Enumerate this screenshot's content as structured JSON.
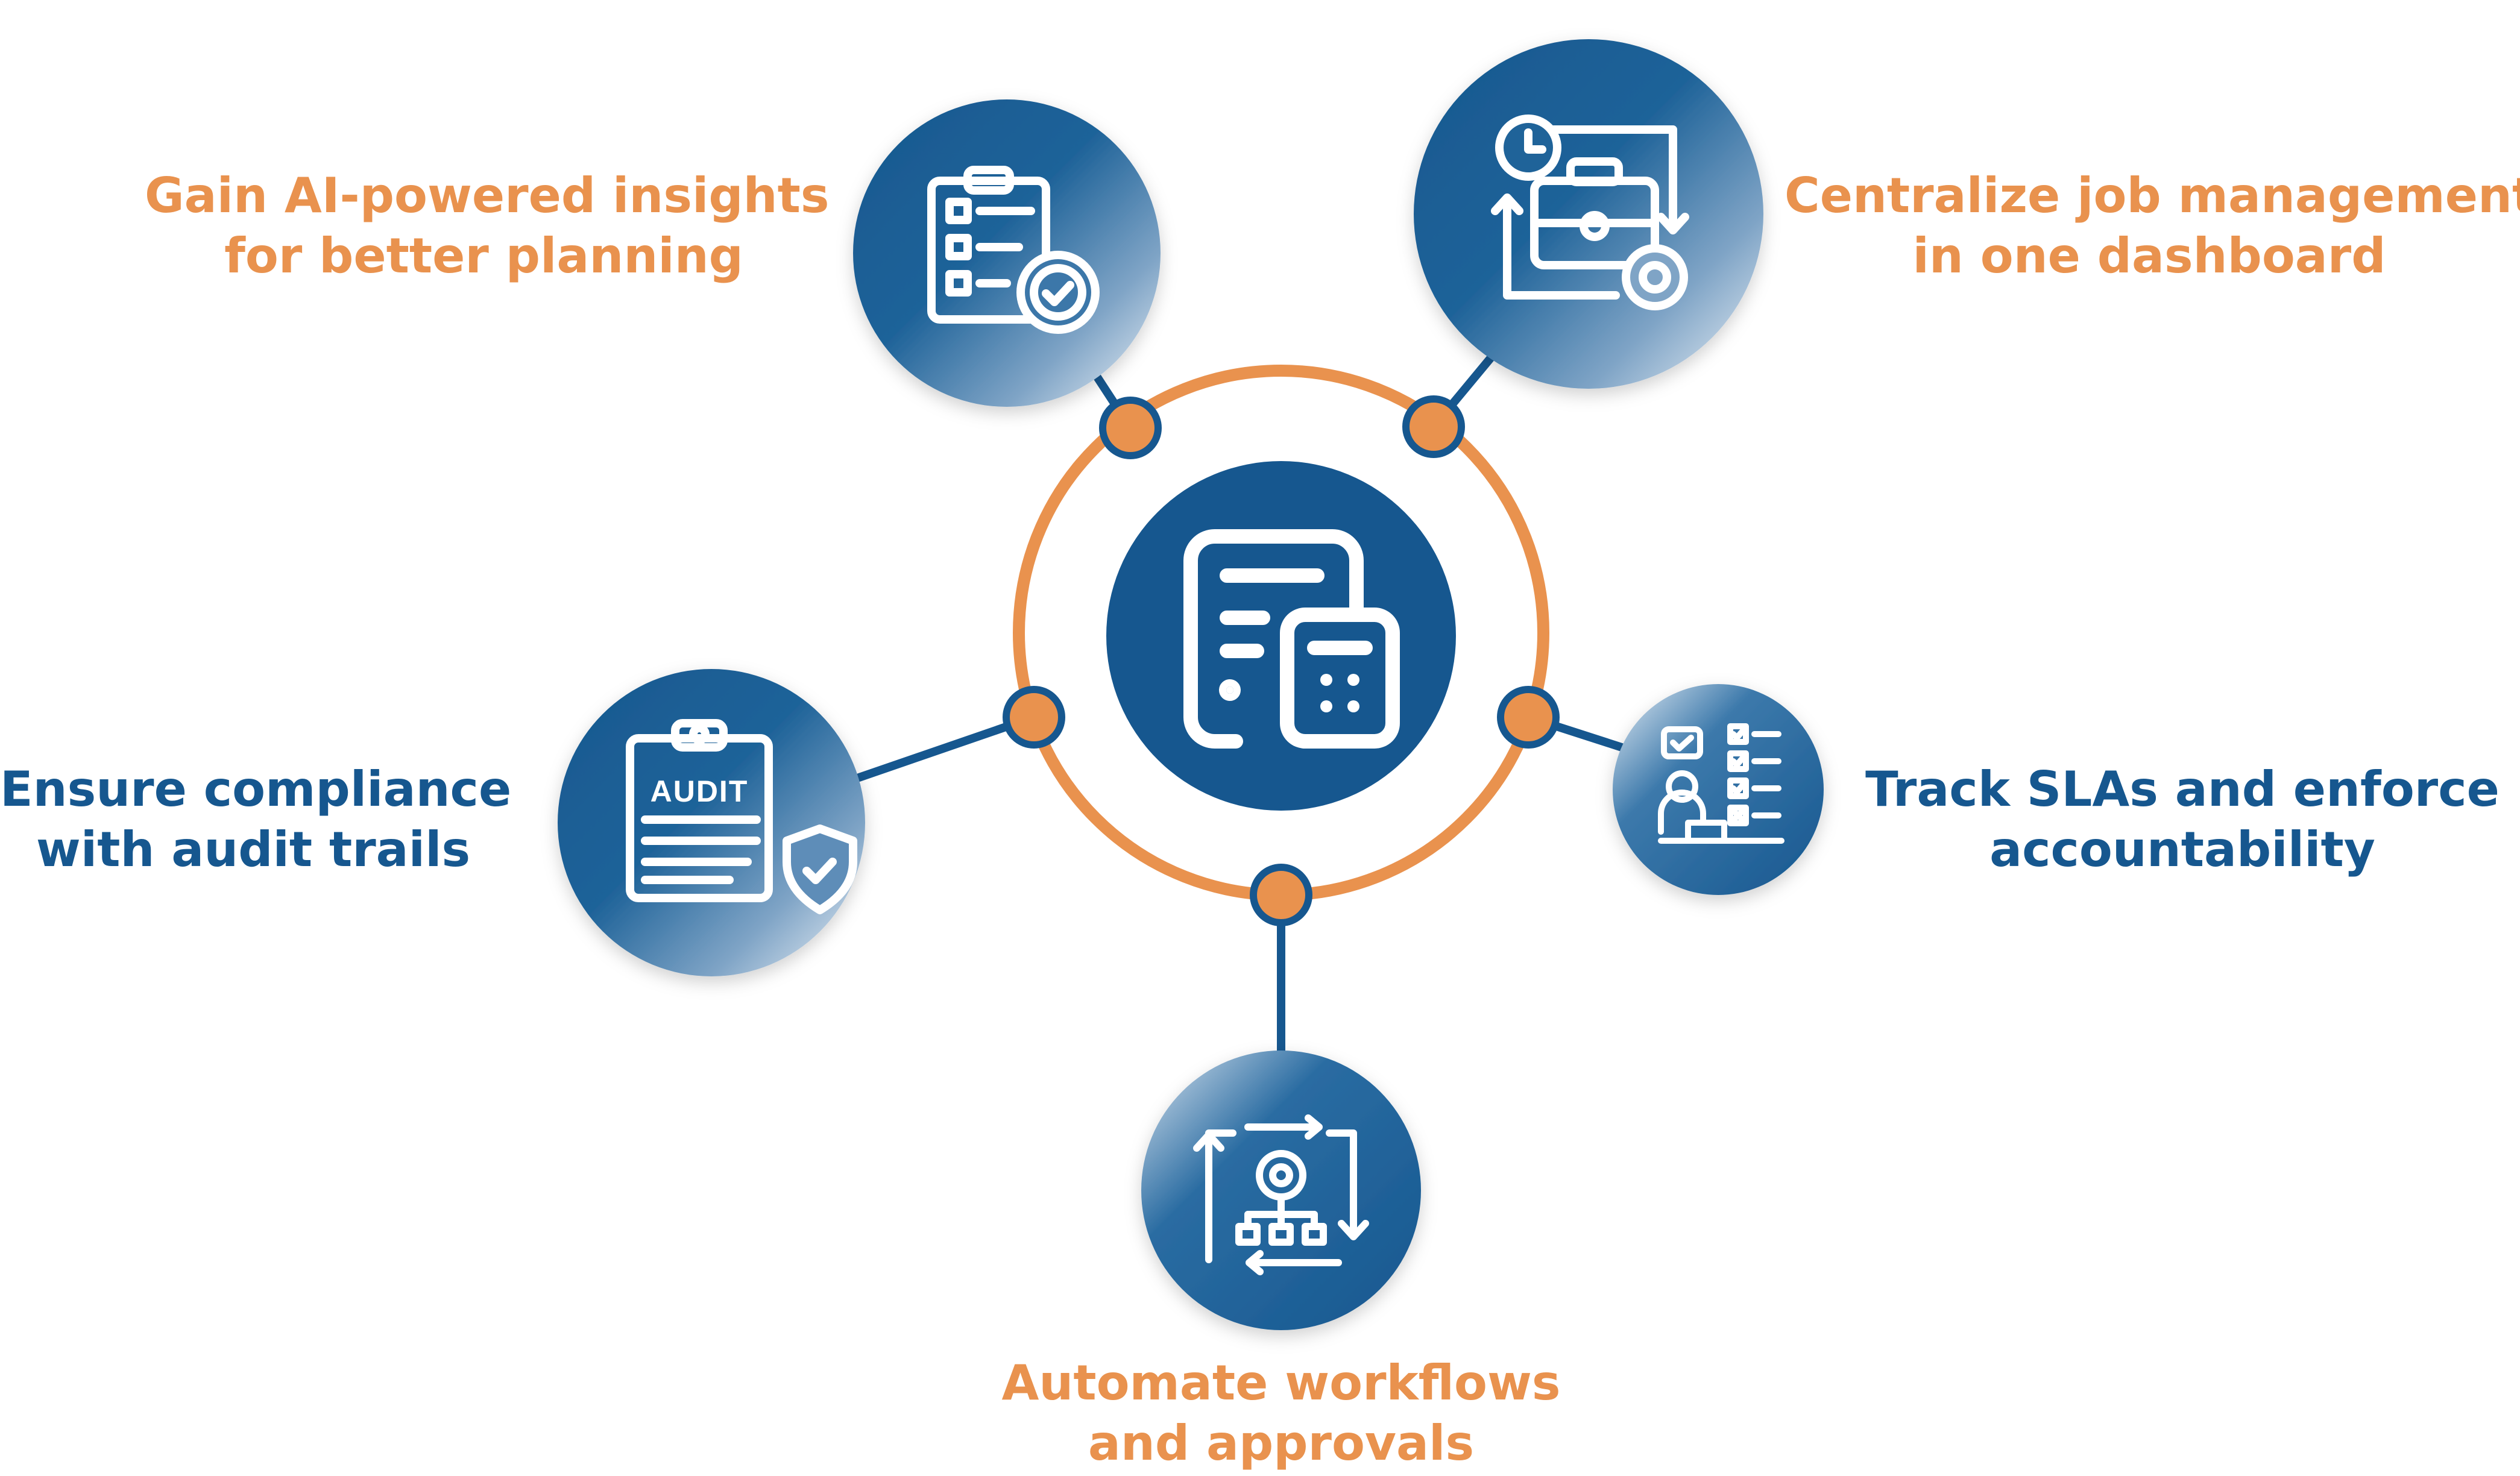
{
  "colors": {
    "blue": "#16578F",
    "orange": "#E9924E",
    "white": "#FFFFFF"
  },
  "center": {
    "icon": "calculator-document-icon"
  },
  "nodes": [
    {
      "id": "ai-insights",
      "icon": "clipboard-checklist-gear-icon",
      "label_lines": [
        "Gain AI-powered insights",
        "for better planning"
      ],
      "label_color": "#E9924E"
    },
    {
      "id": "job-management",
      "icon": "briefcase-clock-gear-icon",
      "label_lines": [
        "Centralize job management",
        "in one dashboard"
      ],
      "label_color": "#E9924E"
    },
    {
      "id": "compliance",
      "icon": "audit-clipboard-shield-icon",
      "icon_text": "AUDIT",
      "label_lines": [
        "Ensure compliance",
        "with audit trails"
      ],
      "label_color": "#16578F"
    },
    {
      "id": "sla",
      "icon": "person-checklist-icon",
      "label_lines": [
        "Track SLAs and enforce",
        "accountability"
      ],
      "label_color": "#16578F"
    },
    {
      "id": "automation",
      "icon": "workflow-cycle-gear-icon",
      "label_lines": [
        "Automate workflows",
        "and approvals"
      ],
      "label_color": "#E9924E"
    }
  ]
}
